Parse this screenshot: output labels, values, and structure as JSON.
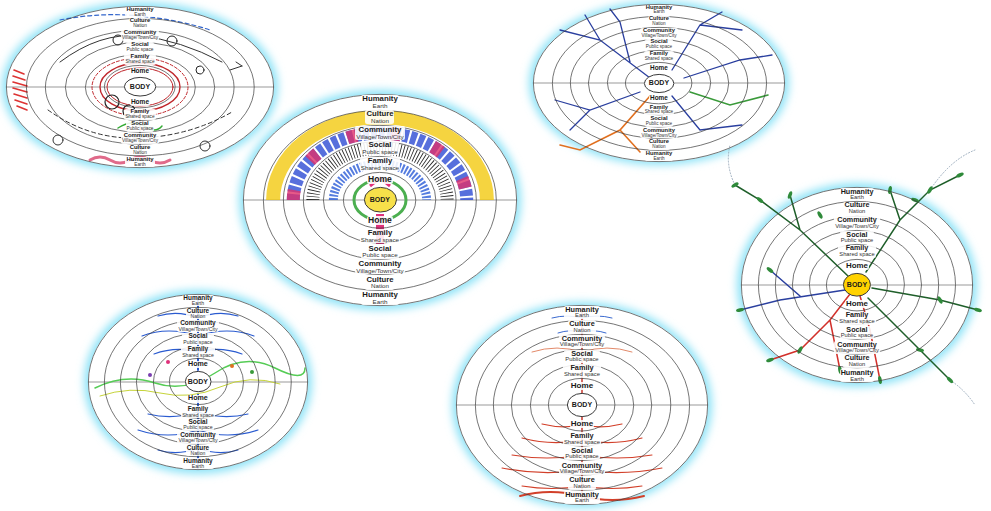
{
  "diagram": {
    "nodes": [
      {
        "text": [
          "Humanity",
          "Earth",
          "Humanity",
          "Earth"
        ]
      },
      {
        "text": [
          "Culture",
          "Nation",
          "Culture",
          "Nation"
        ],
        "in": 0
      },
      {
        "text": [
          "Community",
          "Village/Town/City",
          "Community",
          "Village/Town/City"
        ],
        "in": 1
      },
      {
        "text": [
          "Social",
          "Public space",
          "Social",
          "Public space"
        ],
        "in": 2
      },
      {
        "text": [
          "Family",
          "Shared space",
          "Family",
          "Shared space"
        ],
        "in": 3
      },
      {
        "text": [
          "Home",
          "Home"
        ],
        "in": 4
      },
      {
        "text": [
          "BODY"
        ],
        "in": 5
      },
      {
        "text": [
          "Humanity",
          "Earth",
          "Humanity",
          "Earth"
        ]
      },
      {
        "text": [
          "Culture",
          "Nation",
          "Culture",
          "Nation"
        ],
        "in": 7
      },
      {
        "text": [
          "Community",
          "Village/Town/City",
          "Community",
          "Village/Town/City"
        ],
        "in": 8
      },
      {
        "text": [
          "Social",
          "Public space",
          "Social",
          "Public space"
        ],
        "in": 9
      },
      {
        "text": [
          "Family",
          "Shared space",
          "Family",
          "Shared space"
        ],
        "in": 10
      },
      {
        "text": [
          "Home",
          "Home"
        ],
        "in": 11
      },
      {
        "text": [
          "BODY"
        ],
        "in": 12
      },
      {
        "text": [
          "Humanity",
          "Earth",
          "Humanity",
          "Earth"
        ]
      },
      {
        "text": [
          "Culture",
          "Nation",
          "Culture",
          "Nation"
        ],
        "in": 14
      },
      {
        "text": [
          "Community",
          "Village/Town/City",
          "Community",
          "Village/Town/City"
        ],
        "in": 15
      },
      {
        "text": [
          "Social",
          "Public space",
          "Social",
          "Public space"
        ],
        "in": 16
      },
      {
        "text": [
          "Family",
          "Shared space",
          "Family",
          "Shared space"
        ],
        "in": 17
      },
      {
        "text": [
          "Home",
          "Home"
        ],
        "in": 18
      },
      {
        "text": [
          "BODY"
        ],
        "in": 19
      },
      {
        "text": [
          "Humanity",
          "Earth",
          "Humanity",
          "Earth"
        ]
      },
      {
        "text": [
          "Culture",
          "Nation",
          "Culture",
          "Nation"
        ],
        "in": 21
      },
      {
        "text": [
          "Community",
          "Village/Town/City",
          "Community",
          "Village/Town/City"
        ],
        "in": 22
      },
      {
        "text": [
          "Social",
          "Public space",
          "Social",
          "Public space"
        ],
        "in": 23
      },
      {
        "text": [
          "Family",
          "Shared space",
          "Family",
          "Shared space"
        ],
        "in": 24
      },
      {
        "text": [
          "Home",
          "Home"
        ],
        "in": 25
      },
      {
        "text": [
          "BODY"
        ],
        "in": 26
      },
      {
        "text": [
          "Humanity",
          "Earth",
          "Humanity",
          "Earth"
        ]
      },
      {
        "text": [
          "Culture",
          "Nation",
          "Culture",
          "Nation"
        ],
        "in": 28
      },
      {
        "text": [
          "Community",
          "Village/Town/City",
          "Community",
          "Village/Town/City"
        ],
        "in": 29
      },
      {
        "text": [
          "Social",
          "Public space",
          "Social",
          "Public space"
        ],
        "in": 30
      },
      {
        "text": [
          "Family",
          "Shared space",
          "Family",
          "Shared space"
        ],
        "in": 31
      },
      {
        "text": [
          "Home",
          "Home"
        ],
        "in": 32
      },
      {
        "text": [
          "BODY"
        ],
        "in": 33
      },
      {
        "text": [
          "Humanity",
          "Earth",
          "Humanity",
          "Earth"
        ]
      },
      {
        "text": [
          "Culture",
          "Nation",
          "Culture",
          "Nation"
        ],
        "in": 35
      },
      {
        "text": [
          "Community",
          "Village/Town/City",
          "Community",
          "Village/Town/City"
        ],
        "in": 36
      },
      {
        "text": [
          "Social",
          "Public space",
          "Social",
          "Public space"
        ],
        "in": 37
      },
      {
        "text": [
          "Family",
          "Shared space",
          "Family",
          "Shared space"
        ],
        "in": 38
      },
      {
        "text": [
          "Home",
          "Home"
        ],
        "in": 39
      },
      {
        "text": [
          "BODY"
        ],
        "in": 40
      }
    ]
  }
}
